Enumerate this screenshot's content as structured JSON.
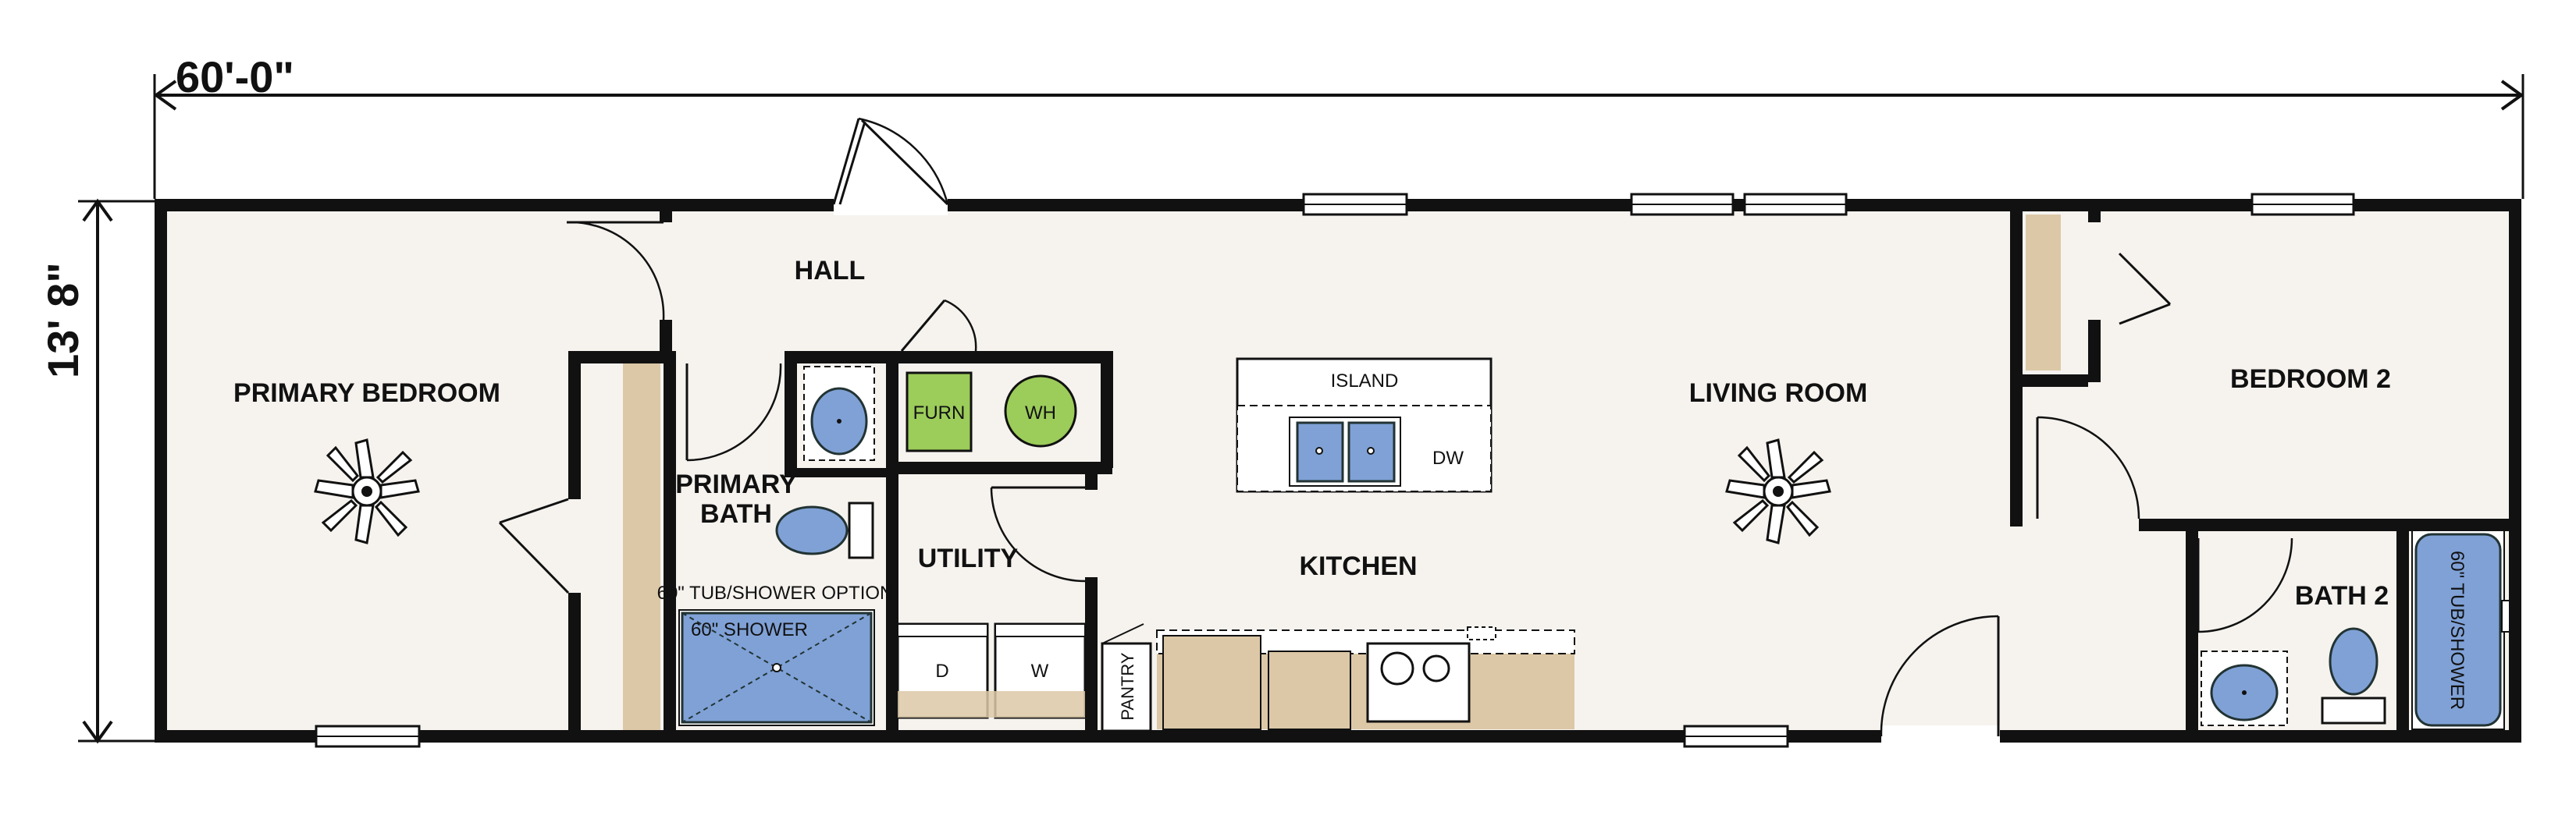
{
  "dimensions": {
    "width": "60'-0\"",
    "depth": "13' 8\""
  },
  "rooms": {
    "primary_bedroom": "PRIMARY BEDROOM",
    "hall": "HALL",
    "primary_bath_line1": "PRIMARY",
    "primary_bath_line2": "BATH",
    "tub_option": "60\" TUB/SHOWER OPTION",
    "shower": "60\" SHOWER",
    "utility": "UTILITY",
    "kitchen": "KITCHEN",
    "island": "ISLAND",
    "dishwasher": "DW",
    "living_room": "LIVING ROOM",
    "bedroom_2": "BEDROOM 2",
    "bath_2": "BATH 2",
    "tub_shower_2": "60\" TUB/SHOWER",
    "furnace": "FURN",
    "water_heater": "WH",
    "dryer": "D",
    "washer": "W",
    "pantry": "PANTRY"
  },
  "colors": {
    "fixture_blue": "#7fa1d6",
    "cabinet_tan": "#dcc8a7",
    "appliance_green": "#9ccc5a",
    "wall": "#111111",
    "floor": "#f6f3ef"
  }
}
